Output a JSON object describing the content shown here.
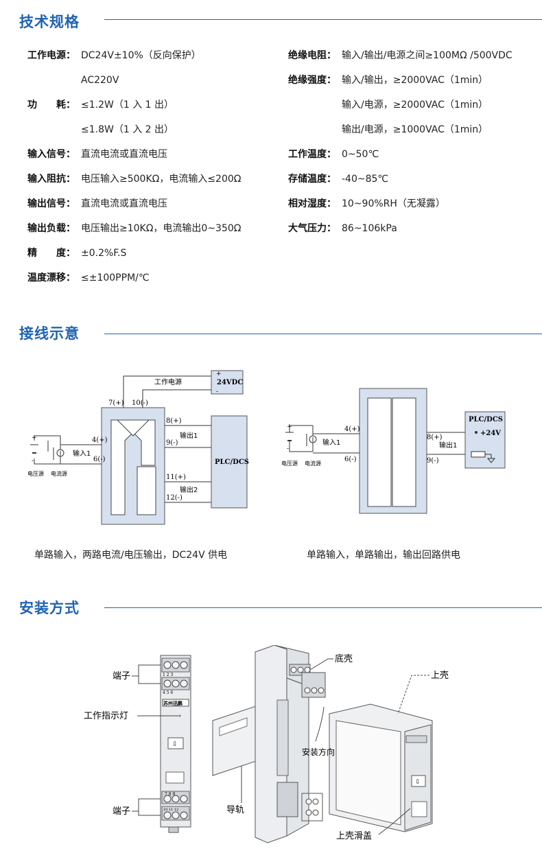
{
  "sections": {
    "specs_title": "技术规格",
    "wiring_title": "接线示意",
    "install_title": "安装方式"
  },
  "specs_left": [
    {
      "label": "工作电源：",
      "value": "DC24V±10%（反向保护）"
    },
    {
      "label": "",
      "value": "AC220V"
    },
    {
      "label": "功　　耗：",
      "value": "≤1.2W（1 入 1 出）"
    },
    {
      "label": "",
      "value": "≤1.8W（1 入 2 出）"
    },
    {
      "label": "输入信号：",
      "value": "直流电流或直流电压"
    },
    {
      "label": "输入阻抗：",
      "value": "电压输入≥500KΩ，电流输入≤200Ω"
    },
    {
      "label": "输出信号：",
      "value": "直流电流或直流电压"
    },
    {
      "label": "输出负载：",
      "value": "电压输出≥10KΩ，电流输出0~350Ω"
    },
    {
      "label": "精　　度：",
      "value": "±0.2%F.S"
    },
    {
      "label": "温度漂移：",
      "value": "≤±100PPM/℃"
    }
  ],
  "specs_right": [
    {
      "label": "绝缘电阻：",
      "value": "输入/输出/电源之间≥100MΩ /500VDC"
    },
    {
      "label": "绝缘强度：",
      "value": "输入/输出，≥2000VAC（1min）"
    },
    {
      "label": "",
      "value": "输入/电源，≥2000VAC（1min）"
    },
    {
      "label": "",
      "value": "输出/电源，≥1000VAC（1min）"
    },
    {
      "label": "工作温度：",
      "value": "0~50℃"
    },
    {
      "label": "存储温度：",
      "value": "-40~85℃"
    },
    {
      "label": "相对湿度：",
      "value": "10~90%RH（无凝露）"
    },
    {
      "label": "大气压力：",
      "value": "86~106kPa"
    }
  ],
  "diagram1": {
    "power_label": "工作电源",
    "vdc": "24VDC",
    "plus": "+",
    "minus": "-",
    "t7": "7(+)",
    "t10": "10(-)",
    "t4": "4(+)",
    "t6": "6(-)",
    "t8": "8(+)",
    "t9": "9(-)",
    "t11": "11(+)",
    "t12": "12(-)",
    "input_label": "输入1",
    "out1_label": "输出1",
    "out2_label": "输出2",
    "plc": "PLC/DCS",
    "vsrc": "电压源",
    "isrc": "电流源",
    "caption": "单路输入，两路电流/电压输出，DC24V 供电"
  },
  "diagram2": {
    "t4": "4(+)",
    "t6": "6(-)",
    "t8": "8(+)",
    "t9": "9(-)",
    "plus": "+",
    "minus": "-",
    "input_label": "输入1",
    "out1_label": "输出1",
    "plc": "PLC/DCS",
    "p24": "+24V",
    "vsrc": "电压源",
    "isrc": "电流源",
    "caption": "单路输入，单路输出，输出回路供电"
  },
  "install": {
    "terminal_top": "端子",
    "indicator": "工作指示灯",
    "terminal_bottom": "端子",
    "brand": "苏州迅鹏",
    "top_numbers": "1 2 3",
    "top_numbers2": "4 5 6",
    "bottom_numbers": "7 8 9",
    "bottom_numbers2": "10 11 12",
    "base_shell": "底壳",
    "upper_shell": "上壳",
    "direction": "安装方向",
    "rail": "导轨",
    "slide_cover": "上壳滑盖"
  }
}
